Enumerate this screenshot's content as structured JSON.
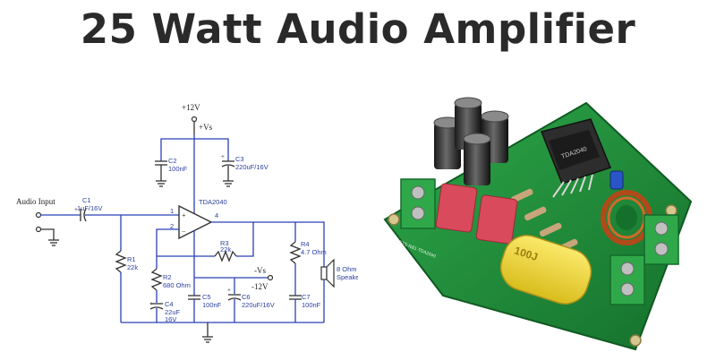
{
  "title": "25 Watt Audio Amplifier",
  "schematic": {
    "supply_pos": "+12V",
    "supply_pos_label": "+Vs",
    "supply_neg": "-12V",
    "supply_neg_label": "-Vs",
    "input_label": "Audio Input",
    "ic_label": "TDA2040",
    "pin1": "1",
    "pin2": "2",
    "pin4": "4",
    "c1": "C1",
    "c1_val": "1uF/16V",
    "c2": "C2",
    "c2_val": "100nF",
    "c3": "C3",
    "c3_val": "220uF/16V",
    "r1": "R1",
    "r1_val": "22k",
    "r2": "R2",
    "r2_val": "680 Ohm",
    "r3": "R3",
    "r3_val": "22k",
    "r4": "R4",
    "r4_val": "4.7 Ohm",
    "c4": "C4",
    "c4_val1": "22uF",
    "c4_val2": "16V",
    "c5": "C5",
    "c5_val": "100nF",
    "c6": "C6",
    "c6_val": "220uF/16V",
    "c7": "C7",
    "c7_val": "100nF",
    "speaker_val": "8 Ohm",
    "speaker_label": "Speaker"
  },
  "board": {
    "cap_marking": "100J",
    "chip_label": "TDA2040",
    "side_text": "CETS·N&1·TDA2040"
  },
  "colors": {
    "pcb_green": "#1f8a3a",
    "terminal_green": "#2fa84a",
    "film_cap_red": "#d94a5c",
    "film_cap_yellow": "#f2dc3a",
    "wire_blue": "#2940b8"
  }
}
